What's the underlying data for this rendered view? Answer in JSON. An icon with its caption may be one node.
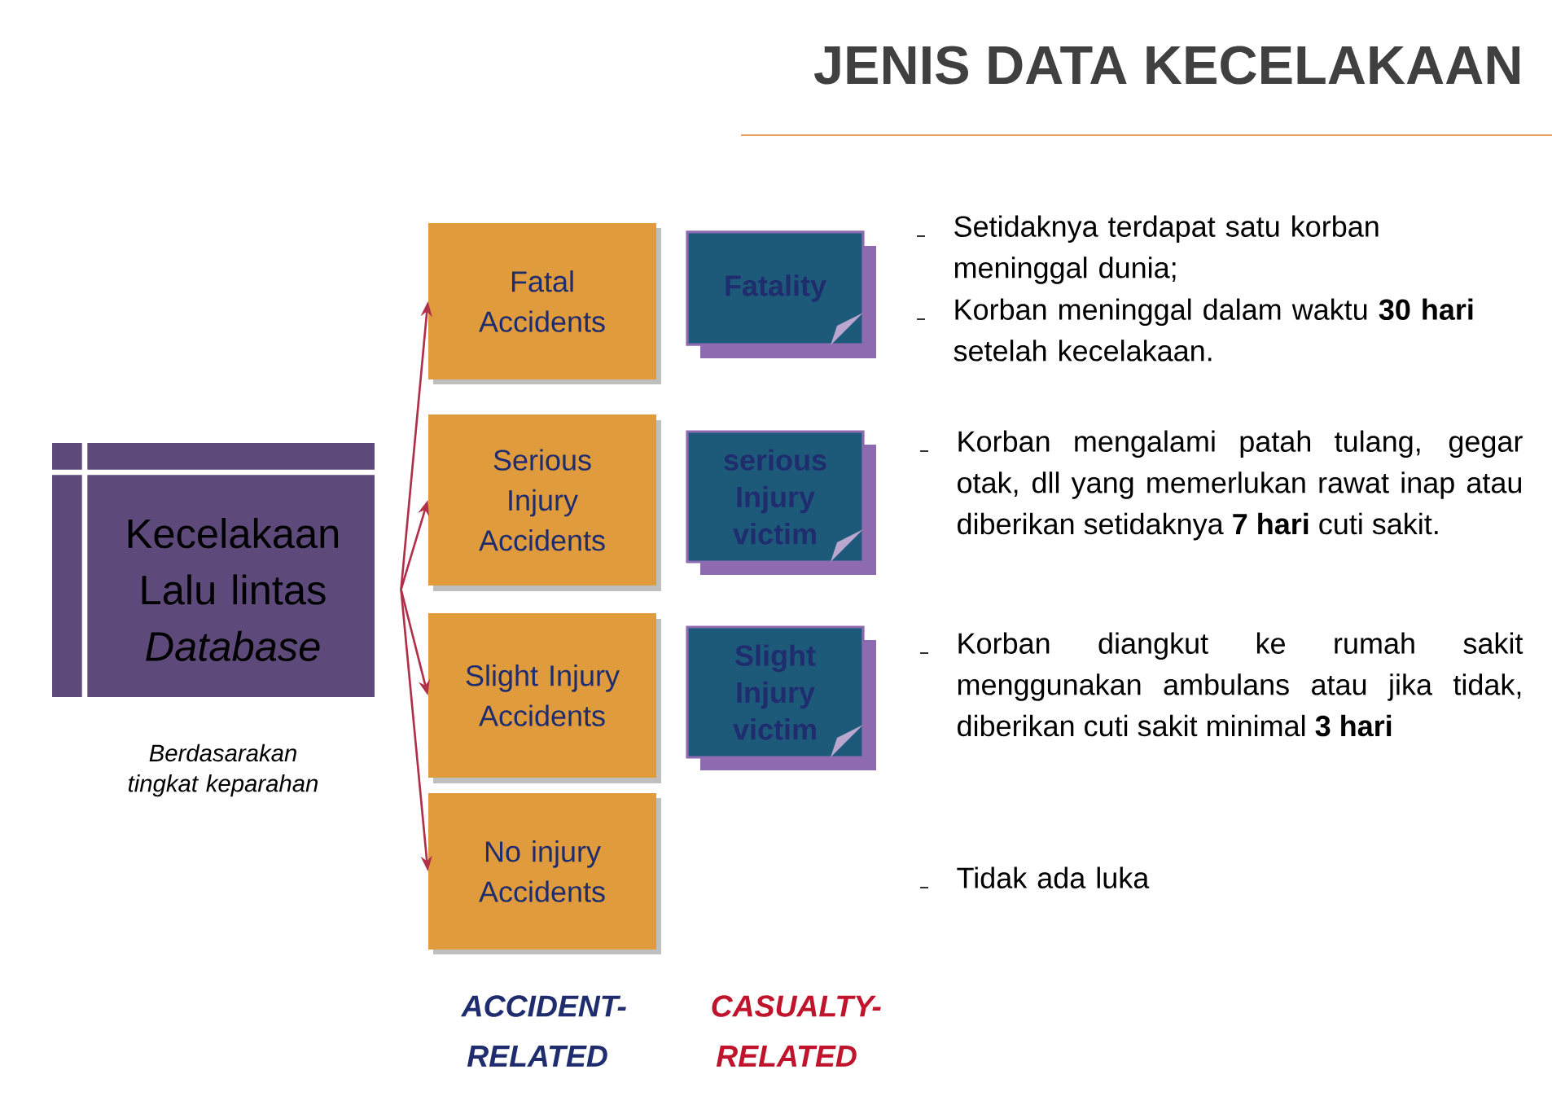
{
  "diagram": {
    "title": "JENIS DATA KECELAKAAN",
    "nodes": [
      {
        "text": [
          "Kecelakaan Lalu lintas *Database*"
        ],
        "beside": [
          "Berdasarakan tingkat keparahan"
        ]
      },
      {
        "text": [
          "Fatal Accidents"
        ]
      },
      {
        "text": [
          "Serious Injury Accidents"
        ]
      },
      {
        "text": [
          "Slight Injury Accidents"
        ]
      },
      {
        "text": [
          "No injury Accidents"
        ]
      },
      {
        "text": [
          "Fatality"
        ]
      },
      {
        "text": [
          "serious Injury victim"
        ]
      },
      {
        "text": [
          "Slight Injury victim"
        ]
      }
    ],
    "edges": [
      {
        "from": 0,
        "to": 1,
        "arrow": "to"
      },
      {
        "from": 0,
        "to": 2,
        "arrow": "to"
      },
      {
        "from": 0,
        "to": 3,
        "arrow": "to"
      },
      {
        "from": 0,
        "to": 4,
        "arrow": "to"
      }
    ],
    "labels": [
      "Setidaknya terdapat satu korban meninggal dunia;",
      "Korban meninggal dalam waktu **30 hari** setelah kecelakaan.",
      "Korban mengalami patah tulang, gegar otak, dll yang memerlukan rawat inap atau diberikan setidaknya **7 hari** cuti sakit.",
      "Korban diangkut ke rumah sakit menggunakan ambulans atau jika tidak, diberikan cuti sakit minimal **3 hari**",
      "Tidak ada luka",
      "ACCIDENT-RELATED",
      "CASUALTY-RELATED"
    ]
  }
}
